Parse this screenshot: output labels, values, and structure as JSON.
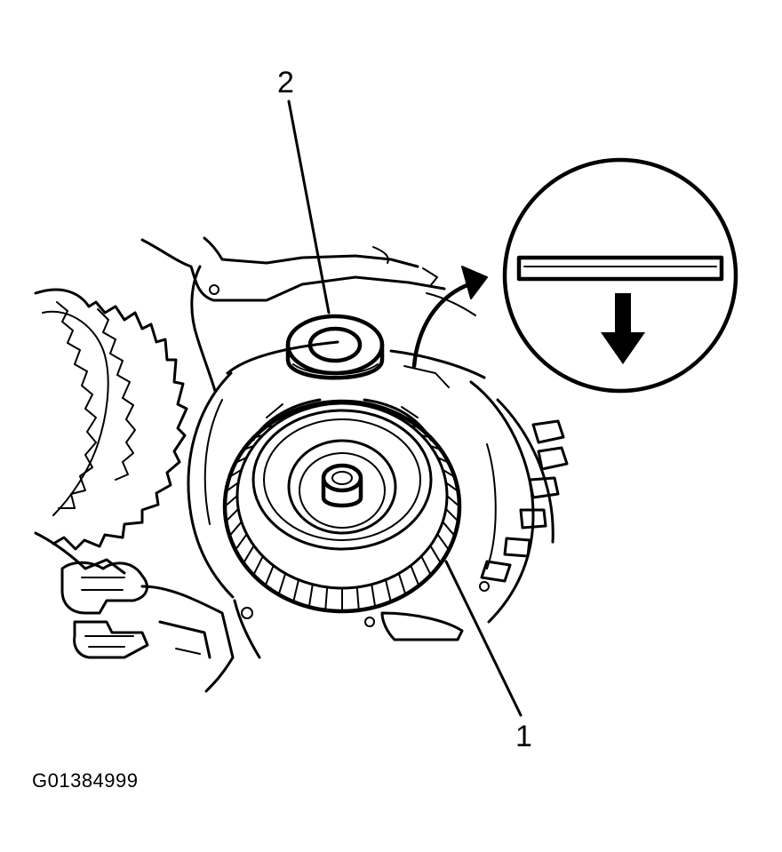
{
  "callouts": [
    {
      "number": "2",
      "part": "thrust-washer"
    },
    {
      "number": "1",
      "part": "gear-assembly"
    }
  ],
  "figure_id": "G01384999",
  "colors": {
    "ink": "#000000",
    "paper": "#ffffff"
  },
  "detail_view": {
    "icon": "down-arrow-icon",
    "shows": "washer-orientation"
  }
}
